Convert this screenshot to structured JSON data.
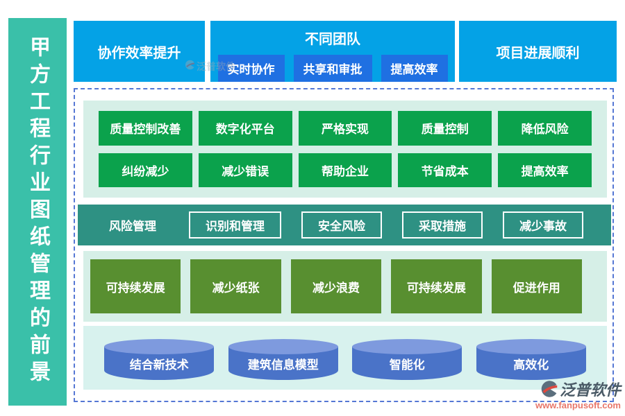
{
  "banner": {
    "text": "甲方工程行业图纸管理的前景"
  },
  "top": {
    "left": {
      "label": "协作效率提升"
    },
    "center": {
      "title": "不同团队",
      "buttons": [
        "实时协作",
        "共享和审批",
        "提高效率"
      ]
    },
    "right": {
      "label": "项目进展顺利"
    }
  },
  "quality_row": {
    "row1": [
      "质量控制改善",
      "数字化平台",
      "严格实现",
      "质量控制",
      "降低风险"
    ],
    "row2": [
      "纠纷减少",
      "减少错误",
      "帮助企业",
      "节省成本",
      "提高效率"
    ]
  },
  "risk_row": {
    "label": "风险管理",
    "items": [
      "识别和管理",
      "安全风险",
      "采取措施",
      "减少事故"
    ]
  },
  "sustain_row": {
    "items": [
      "可持续发展",
      "减少纸张",
      "减少浪费",
      "可持续发展",
      "促进作用"
    ]
  },
  "tech_row": {
    "items": [
      "结合新技术",
      "建筑信息模型",
      "智能化",
      "高效化"
    ]
  },
  "watermark": {
    "brand": "泛普软件",
    "site": "www.fanpusoft.com"
  },
  "colors": {
    "banner_teal": "#3ac0a9",
    "top_box_cyan": "#04a2e6",
    "top_sub_button_blue": "#1f70e2",
    "green_button": "#0ba24c",
    "mint_row_bg": "#d6efe7",
    "risk_band_teal": "#2e9183",
    "olive_box": "#588f30",
    "cylinder_body": "#4a73c8",
    "cylinder_top": "#7e9ade",
    "dashed_border": "#5577d4",
    "brand_text": "#4a5a66",
    "brand_url": "#e8776a"
  }
}
